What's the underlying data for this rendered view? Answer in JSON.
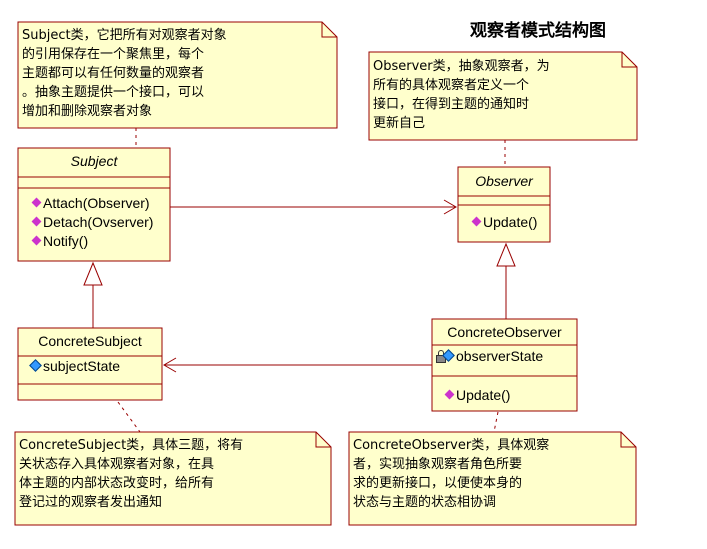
{
  "title": "观察者模式结构图",
  "notes": {
    "subject_note": [
      "Subject类，它把所有对观察者对象",
      "的引用保存在一个聚焦里，每个",
      "主题都可以有任何数量的观察者",
      "。抽象主题提供一个接口，可以",
      "增加和删除观察者对象"
    ],
    "observer_note": [
      "Observer类，抽象观察者，为",
      "所有的具体观察者定义一个",
      "接口，在得到主题的通知时",
      "更新自己"
    ],
    "concrete_subject_note": [
      "ConcreteSubject类，具体三题，将有",
      "关状态存入具体观察者对象，在具",
      "体主题的内部状态改变时，给所有",
      "登记过的观察者发出通知"
    ],
    "concrete_observer_note": [
      "ConcreteObserver类，具体观察",
      "者，实现抽象观察者角色所要",
      "求的更新接口，以便使本身的",
      "状态与主题的状态相协调"
    ]
  },
  "classes": {
    "subject": {
      "name": "Subject",
      "operations": [
        "Attach(Observer)",
        "Detach(Ovserver)",
        "Notify()"
      ]
    },
    "observer": {
      "name": "Observer",
      "operations": [
        "Update()"
      ]
    },
    "concrete_subject": {
      "name": "ConcreteSubject",
      "attributes": [
        "subjectState"
      ]
    },
    "concrete_observer": {
      "name": "ConcreteObserver",
      "attributes": [
        "observerState"
      ],
      "operations": [
        "Update()"
      ]
    }
  },
  "colors": {
    "box_fill": "#ffffcc",
    "border": "#990000",
    "operation_icon": "#cc33cc",
    "attribute_icon": "#3399ff"
  },
  "icons": {
    "operation": "diamond-method-icon",
    "attribute": "diamond-field-icon",
    "private": "lock-icon"
  }
}
